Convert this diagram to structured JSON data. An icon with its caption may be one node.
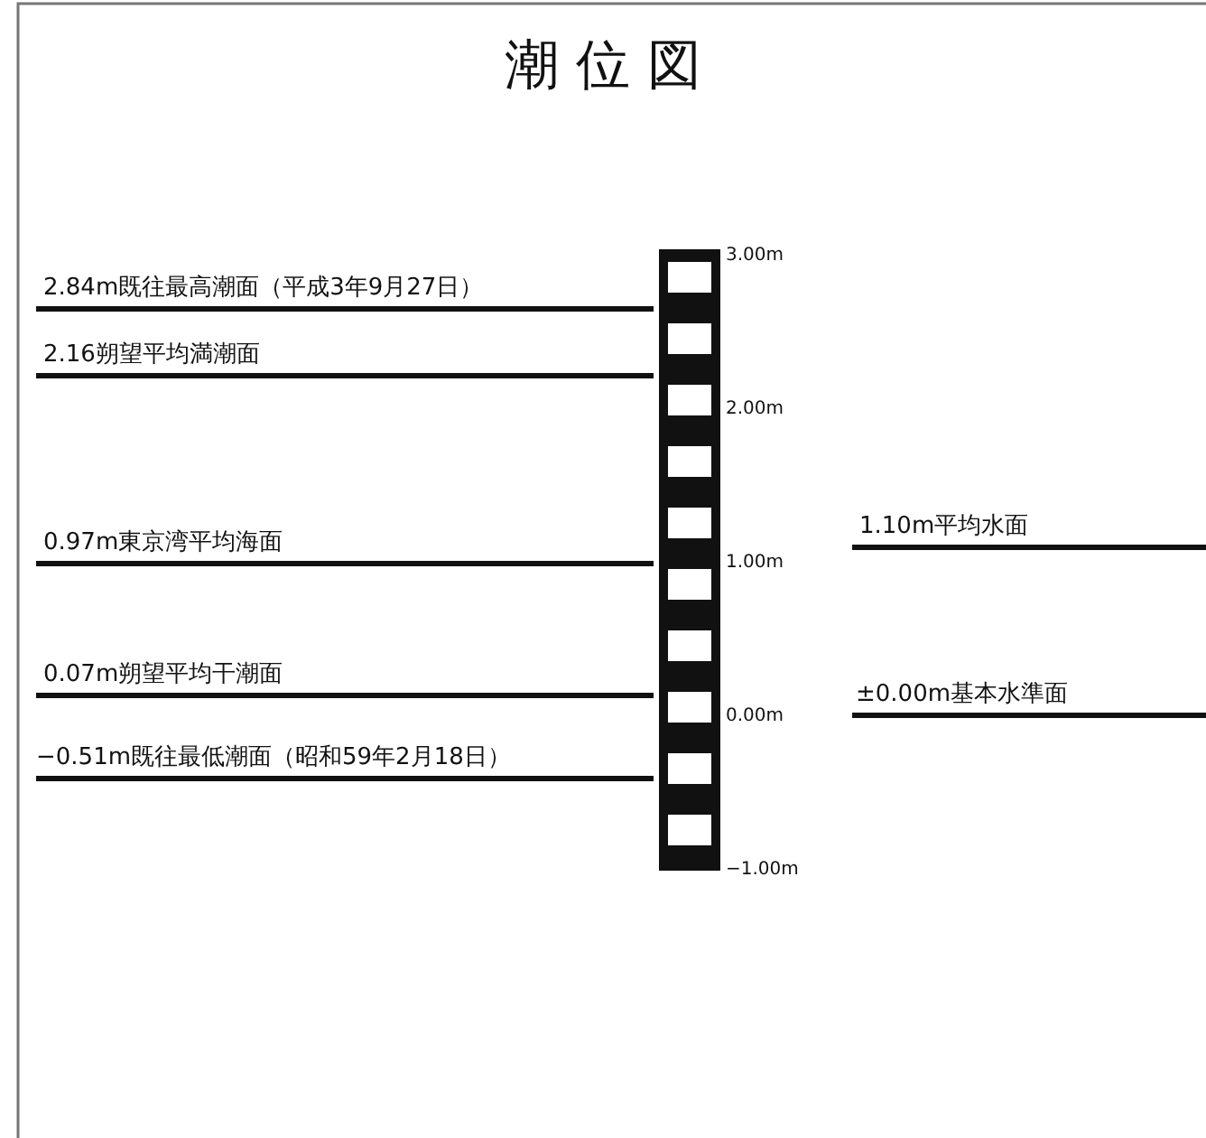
{
  "diagram": {
    "title": "潮 位 図",
    "labels": [
      "2.84m既往最高潮面（平成3年9月27日）",
      "2.16朔望平均満潮面",
      "0.97m東京湾平均海面",
      "0.07m朔望平均干潮面",
      "−0.51m既往最低潮面（昭和59年2月18日）",
      "1.10m平均水面",
      "±0.00m基本水準面",
      "3.00m",
      "2.00m",
      "1.00m",
      "0.00m",
      "−1.00m"
    ]
  }
}
